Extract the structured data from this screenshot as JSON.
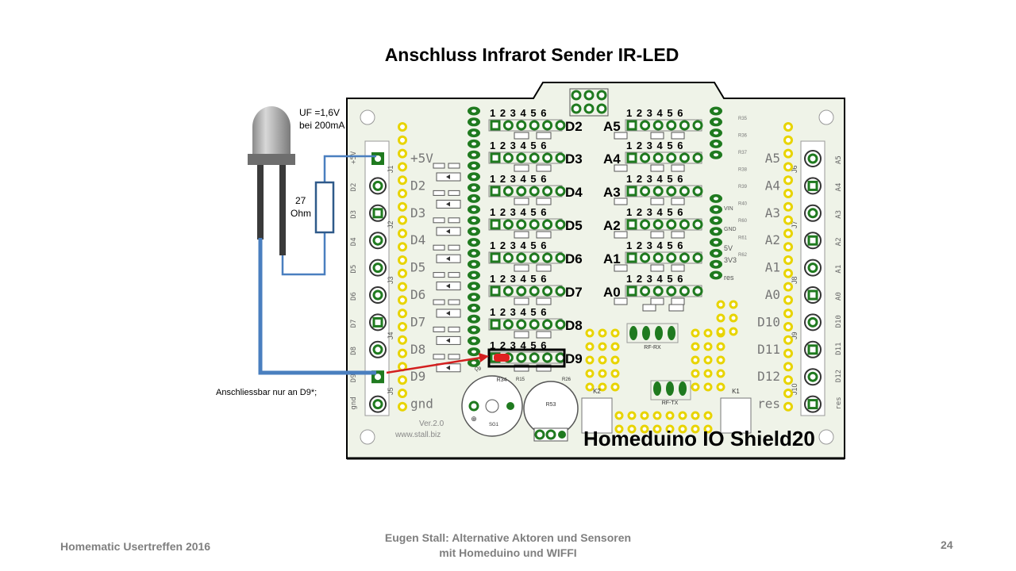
{
  "title": "Anschluss Infrarot Sender  IR-LED",
  "led": {
    "uf_line1": "UF =1,6V",
    "uf_line2": "bei 200mA"
  },
  "resistor": {
    "value": "27",
    "unit": "Ohm"
  },
  "note": "Anschliessbar nur an  D9*;",
  "board": {
    "name": "Homeduino IO Shield20",
    "version": "Ver.2.0",
    "website": "www.stall.biz",
    "left_header_labels": [
      "+5V",
      "D2",
      "D3",
      "D4",
      "D5",
      "D6",
      "D7",
      "D8",
      "D9",
      "gnd"
    ],
    "right_header_labels": [
      "A5",
      "A4",
      "A3",
      "A2",
      "A1",
      "A0",
      "D10",
      "D11",
      "D12",
      "res"
    ],
    "pin_numbers": "1 2 3 4 5 6",
    "d_rows": [
      "D2",
      "D3",
      "D4",
      "D5",
      "D6",
      "D7",
      "D8",
      "D9"
    ],
    "a_rows": [
      "A5",
      "A4",
      "A3",
      "A2",
      "A1",
      "A0"
    ],
    "power_labels": [
      "VIN",
      "GND",
      "5V",
      "3V3",
      "res"
    ],
    "rf_labels": [
      "RF-RX",
      "RF-TX"
    ],
    "component_labels": [
      "K2",
      "K1",
      "SG1",
      "R34",
      "R53",
      "Q9",
      "R15",
      "R26"
    ]
  },
  "footer": {
    "left": "Homematic Usertreffen 2016",
    "center_line1": "Eugen Stall:  Alternative Aktoren und Sensoren",
    "center_line2": "mit Homeduino und WIFFI",
    "page": "24"
  },
  "colors": {
    "board": "#eff3e8",
    "pad": "#1f7a1f",
    "yellow": "#e8d400",
    "wire": "#4a7fbf",
    "arrow": "#d31f1f"
  }
}
